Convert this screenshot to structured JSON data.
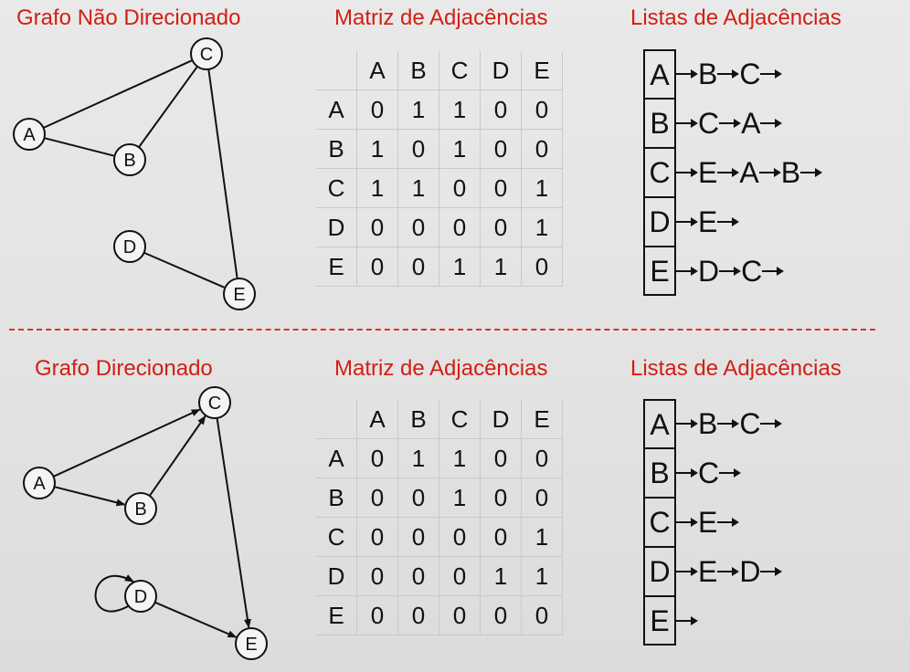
{
  "top": {
    "graph_title": "Grafo Não Direcionado",
    "matrix_title": "Matriz de Adjacências",
    "lists_title": "Listas de Adjacências",
    "matrix": {
      "headers": [
        "A",
        "B",
        "C",
        "D",
        "E"
      ],
      "rows": [
        {
          "label": "A",
          "values": [
            "0",
            "1",
            "1",
            "0",
            "0"
          ]
        },
        {
          "label": "B",
          "values": [
            "1",
            "0",
            "1",
            "0",
            "0"
          ]
        },
        {
          "label": "C",
          "values": [
            "1",
            "1",
            "0",
            "0",
            "1"
          ]
        },
        {
          "label": "D",
          "values": [
            "0",
            "0",
            "0",
            "0",
            "1"
          ]
        },
        {
          "label": "E",
          "values": [
            "0",
            "0",
            "1",
            "1",
            "0"
          ]
        }
      ]
    },
    "lists": [
      {
        "label": "A",
        "items": [
          "B",
          "C"
        ]
      },
      {
        "label": "B",
        "items": [
          "C",
          "A"
        ]
      },
      {
        "label": "C",
        "items": [
          "E",
          "A",
          "B"
        ]
      },
      {
        "label": "D",
        "items": [
          "E"
        ]
      },
      {
        "label": "E",
        "items": [
          "D",
          "C"
        ]
      }
    ],
    "nodes": [
      "A",
      "B",
      "C",
      "D",
      "E"
    ],
    "edges": [
      [
        "A",
        "B"
      ],
      [
        "A",
        "C"
      ],
      [
        "B",
        "C"
      ],
      [
        "C",
        "E"
      ],
      [
        "D",
        "E"
      ]
    ]
  },
  "bottom": {
    "graph_title": "Grafo Direcionado",
    "matrix_title": "Matriz de Adjacências",
    "lists_title": "Listas de Adjacências",
    "matrix": {
      "headers": [
        "A",
        "B",
        "C",
        "D",
        "E"
      ],
      "rows": [
        {
          "label": "A",
          "values": [
            "0",
            "1",
            "1",
            "0",
            "0"
          ]
        },
        {
          "label": "B",
          "values": [
            "0",
            "0",
            "1",
            "0",
            "0"
          ]
        },
        {
          "label": "C",
          "values": [
            "0",
            "0",
            "0",
            "0",
            "1"
          ]
        },
        {
          "label": "D",
          "values": [
            "0",
            "0",
            "0",
            "1",
            "1"
          ]
        },
        {
          "label": "E",
          "values": [
            "0",
            "0",
            "0",
            "0",
            "0"
          ]
        }
      ]
    },
    "lists": [
      {
        "label": "A",
        "items": [
          "B",
          "C"
        ]
      },
      {
        "label": "B",
        "items": [
          "C"
        ]
      },
      {
        "label": "C",
        "items": [
          "E"
        ]
      },
      {
        "label": "D",
        "items": [
          "E",
          "D"
        ]
      },
      {
        "label": "E",
        "items": []
      }
    ],
    "nodes": [
      "A",
      "B",
      "C",
      "D",
      "E"
    ],
    "edges": [
      [
        "A",
        "B"
      ],
      [
        "A",
        "C"
      ],
      [
        "B",
        "C"
      ],
      [
        "C",
        "E"
      ],
      [
        "D",
        "E"
      ],
      [
        "D",
        "D"
      ]
    ]
  },
  "colors": {
    "title": "#d21f12",
    "divider": "#e0302a",
    "ink": "#111111",
    "node_fill": "#f4f4f4"
  }
}
